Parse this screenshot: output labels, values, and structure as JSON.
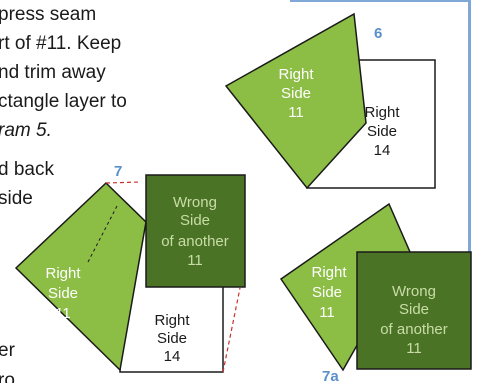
{
  "instructions": {
    "lines": [
      "press seam",
      "rt of #11. Keep",
      "nd trim away",
      "ctangle layer to",
      "ram 5.",
      "d back",
      "side",
      "er",
      "ro"
    ]
  },
  "figures": {
    "fig6": {
      "number": "6",
      "piece_green": [
        "Right",
        "Side",
        "11"
      ],
      "piece_white": [
        "Right",
        "Side",
        "14"
      ]
    },
    "fig7": {
      "number": "7",
      "piece_green": [
        "Right",
        "Side",
        "11"
      ],
      "piece_dark": [
        "Wrong",
        "Side",
        "of another",
        "11"
      ],
      "piece_white": [
        "Right",
        "Side",
        "14"
      ]
    },
    "fig7a": {
      "number": "7a",
      "piece_green": [
        "Right",
        "Side",
        "11"
      ],
      "piece_dark": [
        "Wrong",
        "Side",
        "of another",
        "11"
      ]
    }
  },
  "colors": {
    "light_green": "#8cbd45",
    "dark_green": "#4b7326",
    "dark_green_text": "#c8dca6",
    "white_piece": "#ffffff",
    "outline": "#1a1a1a",
    "cut_line": "#c8322a",
    "accent_blue": "#5a8fca"
  }
}
